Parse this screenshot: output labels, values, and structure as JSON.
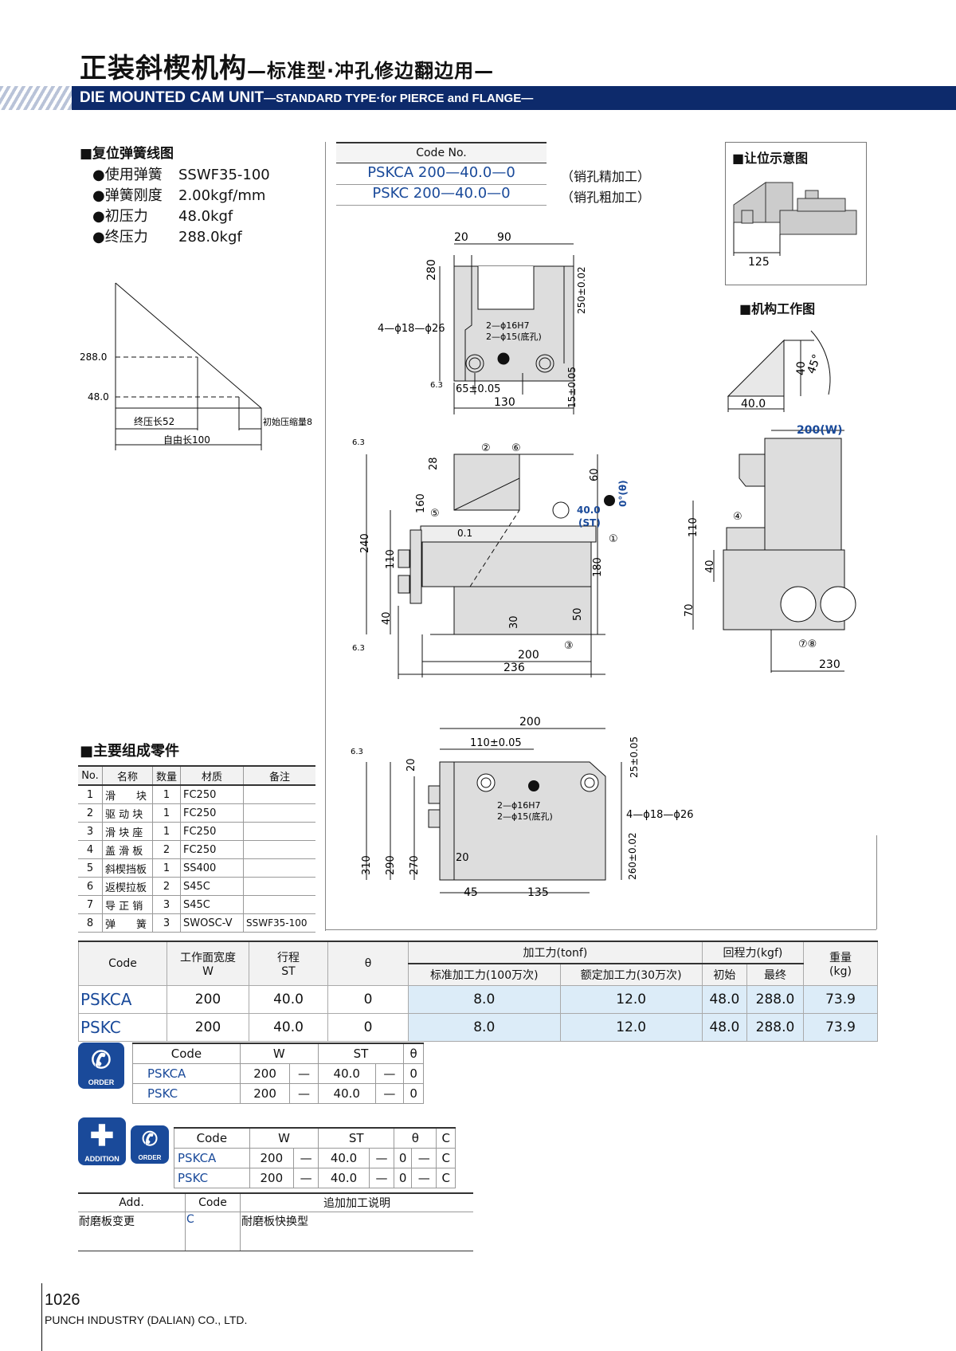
{
  "header": {
    "title_cn": "正装斜楔机构",
    "title_cn_sub": "—标准型·冲孔修边翻边用—",
    "title_en": "DIE MOUNTED CAM UNIT",
    "title_en_sub": "—STANDARD TYPE·for PIERCE and FLANGE—"
  },
  "spring": {
    "section": "■复位弹簧线图",
    "rows": [
      {
        "k": "●使用弹簧",
        "v": "SSWF35-100"
      },
      {
        "k": "●弹簧刚度",
        "v": "2.00kgf/mm"
      },
      {
        "k": "●初压力",
        "v": "48.0kgf"
      },
      {
        "k": "●终压力",
        "v": "288.0kgf"
      }
    ],
    "graph": {
      "y_high": "288.0",
      "y_low": "48.0",
      "final_len": "终压长52",
      "init_comp": "初始压缩量8",
      "free_len": "自由长100"
    }
  },
  "code_no": {
    "header": "Code No.",
    "codes": [
      {
        "code": "PSKCA 200—40.0—0",
        "note": "（销孔精加工）"
      },
      {
        "code": "PSKC 200—40.0—0",
        "note": "（销孔粗加工）"
      }
    ]
  },
  "clearance": {
    "title": "■让位示意图",
    "dim": "125"
  },
  "mechanism": {
    "title": "■机构工作图",
    "dim_h": "40",
    "dim_w": "40.0",
    "angle": "45°"
  },
  "drawing": {
    "top": {
      "d20": "20",
      "d90": "90",
      "d280": "280",
      "d250": "250±0.02",
      "holes_a": "4—ϕ18—ϕ26",
      "pin1": "2—ϕ16H7",
      "pin2": "2—ϕ15(底孔)",
      "d65": "65±0.05",
      "d130": "130",
      "d15": "15±0.05",
      "rough": "6.3"
    },
    "front": {
      "c2": "②",
      "c6": "⑥",
      "c5": "⑤",
      "c1": "①",
      "c3": "③",
      "d28": "28",
      "d160": "160",
      "d240": "240",
      "d110": "110",
      "d40": "40",
      "d60": "60",
      "d180": "180",
      "d50": "50",
      "d30": "30",
      "d01": "0.1",
      "st": "40.0",
      "st_lab": "(ST)",
      "theta": "0°(θ)",
      "d200": "200",
      "d236": "236",
      "rough": "6.3"
    },
    "side": {
      "w": "200(W)",
      "c4": "④",
      "c78": "⑦⑧",
      "d110": "110",
      "d40": "40",
      "d70": "70",
      "d230": "230"
    },
    "bottom": {
      "d200": "200",
      "d110": "110±0.05",
      "d20": "20",
      "d25": "25±0.05",
      "pin1": "2—ϕ16H7",
      "pin2": "2—ϕ15(底孔)",
      "holes": "4—ϕ18—ϕ26",
      "d20b": "20",
      "d310": "310",
      "d290": "290",
      "d270": "270",
      "d260": "260±0.02",
      "d45": "45",
      "d135": "135",
      "rough": "6.3"
    }
  },
  "parts": {
    "section": "■主要组成零件",
    "headers": [
      "No.",
      "名称",
      "数量",
      "材质",
      "备注"
    ],
    "rows": [
      [
        "1",
        "滑　　块",
        "1",
        "FC250",
        ""
      ],
      [
        "2",
        "驱 动 块",
        "1",
        "FC250",
        ""
      ],
      [
        "3",
        "滑 块 座",
        "1",
        "FC250",
        ""
      ],
      [
        "4",
        "盖 滑 板",
        "2",
        "FC250",
        ""
      ],
      [
        "5",
        "斜楔挡板",
        "1",
        "SS400",
        ""
      ],
      [
        "6",
        "返楔拉板",
        "2",
        "S45C",
        ""
      ],
      [
        "7",
        "导 正 销",
        "3",
        "S45C",
        ""
      ],
      [
        "8",
        "弹　　簧",
        "3",
        "SWOSC-V",
        "SSWF35-100"
      ]
    ]
  },
  "spec_table": {
    "h_code": "Code",
    "h_w": "工作面宽度",
    "h_w2": "W",
    "h_st": "行程",
    "h_st2": "ST",
    "h_theta": "θ",
    "h_force": "加工力(tonf)",
    "h_force_a": "标准加工力(100万次)",
    "h_force_b": "额定加工力(30万次)",
    "h_ret": "回程力(kgf)",
    "h_ret_a": "初始",
    "h_ret_b": "最终",
    "h_wt": "重量",
    "h_wt2": "(kg)",
    "rows": [
      [
        "PSKCA",
        "200",
        "40.0",
        "0",
        "8.0",
        "12.0",
        "48.0",
        "288.0",
        "73.9"
      ],
      [
        "PSKC",
        "200",
        "40.0",
        "0",
        "8.0",
        "12.0",
        "48.0",
        "288.0",
        "73.9"
      ]
    ]
  },
  "order": {
    "icon": "ORDER",
    "headers": [
      "Code",
      "W",
      "ST",
      "θ"
    ],
    "rows": [
      [
        "PSKCA",
        "200",
        "—",
        "40.0",
        "—",
        "0"
      ],
      [
        "PSKC",
        "200",
        "—",
        "40.0",
        "—",
        "0"
      ]
    ]
  },
  "addition": {
    "icon_a": "ADDITION",
    "icon_b": "ORDER",
    "headers": [
      "Code",
      "W",
      "ST",
      "θ",
      "C"
    ],
    "rows": [
      [
        "PSKCA",
        "200",
        "—",
        "40.0",
        "—",
        "0",
        "—",
        "C"
      ],
      [
        "PSKC",
        "200",
        "—",
        "40.0",
        "—",
        "0",
        "—",
        "C"
      ]
    ]
  },
  "add_table": {
    "headers": [
      "Add.",
      "Code",
      "追加加工说明"
    ],
    "row": [
      "耐磨板变更",
      "C",
      "耐磨板快换型"
    ]
  },
  "footer": {
    "page": "1026",
    "company": "PUNCH INDUSTRY (DALIAN) CO., LTD."
  }
}
